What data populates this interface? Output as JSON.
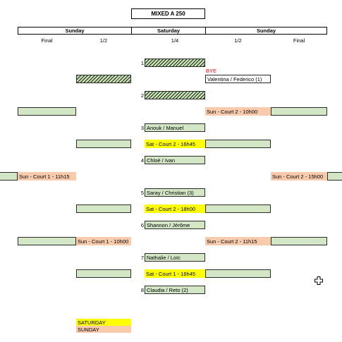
{
  "title": "MIXED A 250",
  "days": {
    "left": "Sunday",
    "center": "Saturday",
    "right": "Sunday"
  },
  "rounds": {
    "left_final": "Final",
    "left_half": "1/2",
    "quarter": "1/4",
    "right_half": "1/2",
    "right_final": "Final"
  },
  "bye": "BYE",
  "draw": [
    {
      "num": "1",
      "name": ""
    },
    {
      "num": "",
      "name": "Valentina / Federico (1)"
    },
    {
      "num": "2",
      "name": ""
    },
    {
      "num": "3",
      "name": "Anouk / Manuel"
    },
    {
      "num": "4",
      "name": "Chloé / Ivan"
    },
    {
      "num": "5",
      "name": "Saray / Christian (3)"
    },
    {
      "num": "6",
      "name": "Shannon / Jérôme"
    },
    {
      "num": "7",
      "name": "Nathalie / Loïc"
    },
    {
      "num": "8",
      "name": "Claudia / Reto (2)"
    }
  ],
  "schedule": {
    "sun_court2_10h00": "Sun - Court 2 - 10h00",
    "sat_court2_16h45": "Sat - Court 2 - 16h45",
    "sun_court1_11h15": "Sun - Court 1 - 11h15",
    "sun_court2_15h00": "Sun - Court 2 - 15h00",
    "sat_court2_18h00": "Sat - Court 2 - 18h00",
    "sun_court1_10h00": "Sun - Court 1 - 10h00",
    "sun_court2_11h15": "Sun - Court 2 - 11h15",
    "sat_court1_16h45": "Sat - Court 1 - 16h45"
  },
  "legend": {
    "saturday": "SATURDAY",
    "sunday": "SUNDAY"
  },
  "colors": {
    "saturday": "#ffff00",
    "sunday": "#f8cbad",
    "cell": "#d3e6c6",
    "bye": "#e00000"
  },
  "icons": {
    "cursor": "crosshair-cursor-icon"
  }
}
